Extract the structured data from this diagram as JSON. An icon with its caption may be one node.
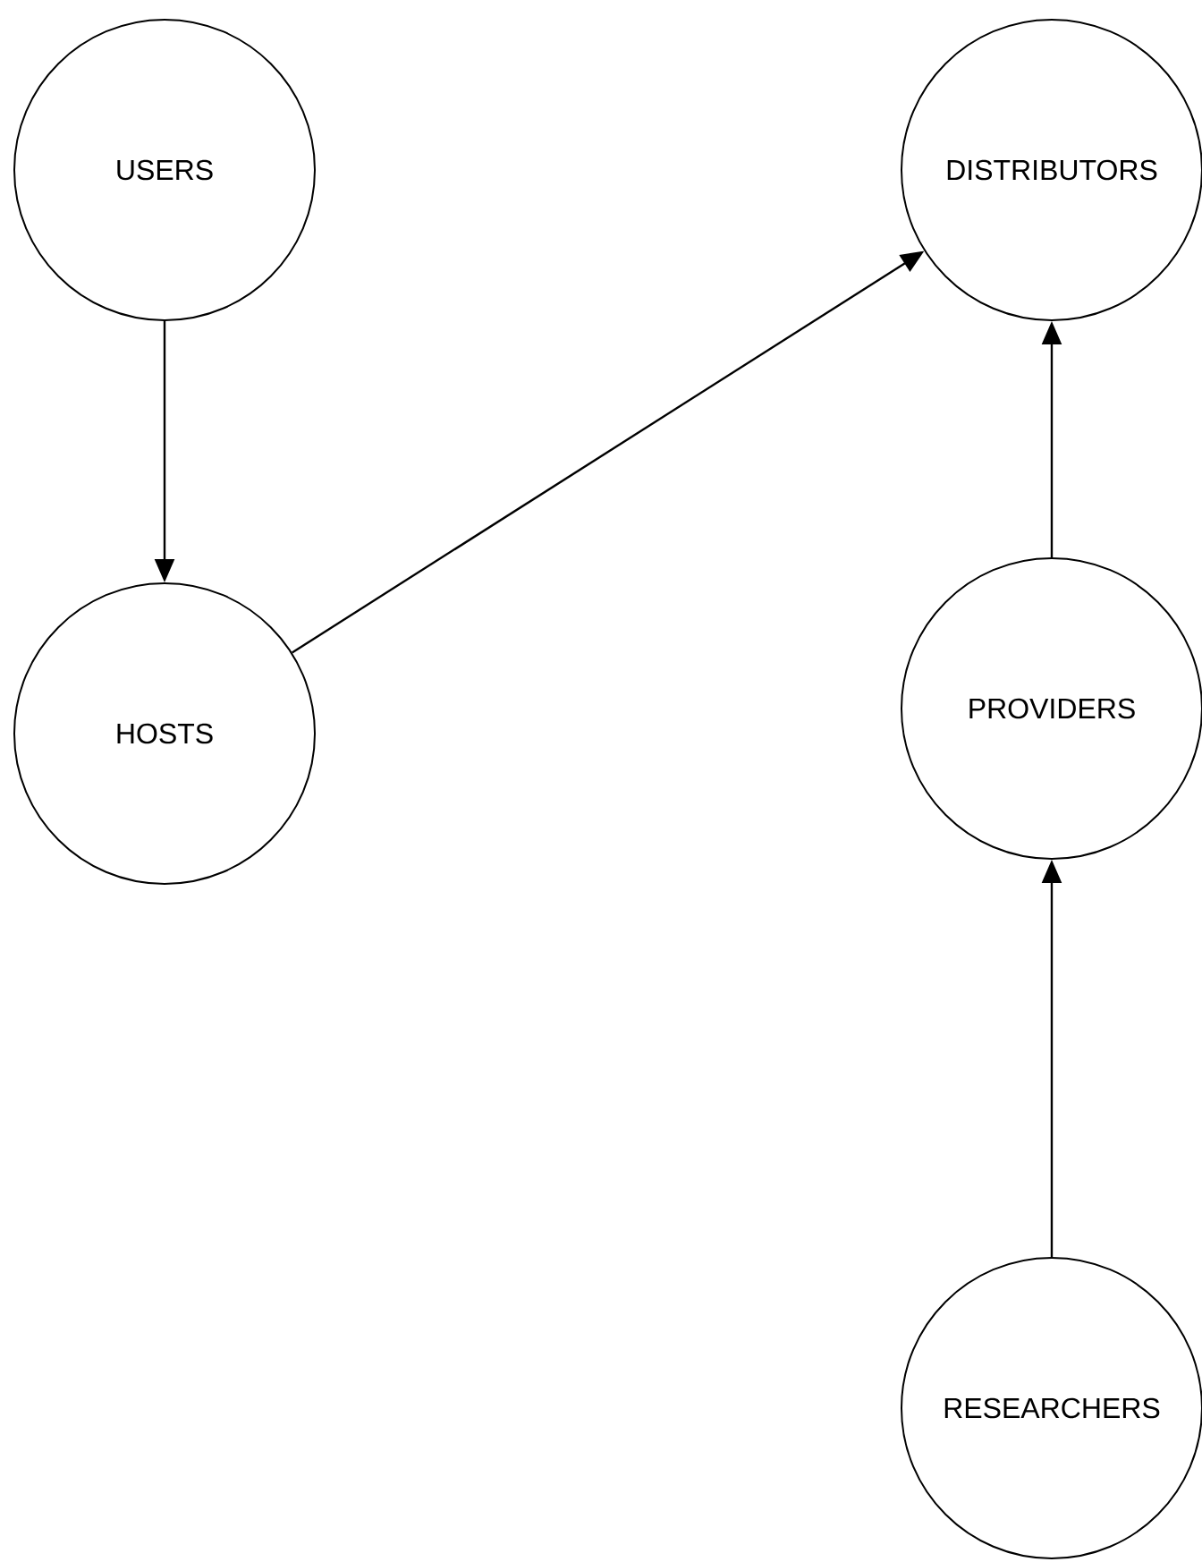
{
  "diagram": {
    "nodes": [
      {
        "text": [
          "USERS"
        ]
      },
      {
        "text": [
          "DISTRIBUTORS"
        ]
      },
      {
        "text": [
          "HOSTS"
        ]
      },
      {
        "text": [
          "PROVIDERS"
        ]
      },
      {
        "text": [
          "RESEARCHERS"
        ]
      }
    ],
    "edges": [
      {
        "from": 0,
        "to": 2,
        "arrow": "to"
      },
      {
        "from": 2,
        "to": 1,
        "arrow": "to"
      },
      {
        "from": 3,
        "to": 1,
        "arrow": "to"
      },
      {
        "from": 4,
        "to": 3,
        "arrow": "to"
      }
    ]
  }
}
